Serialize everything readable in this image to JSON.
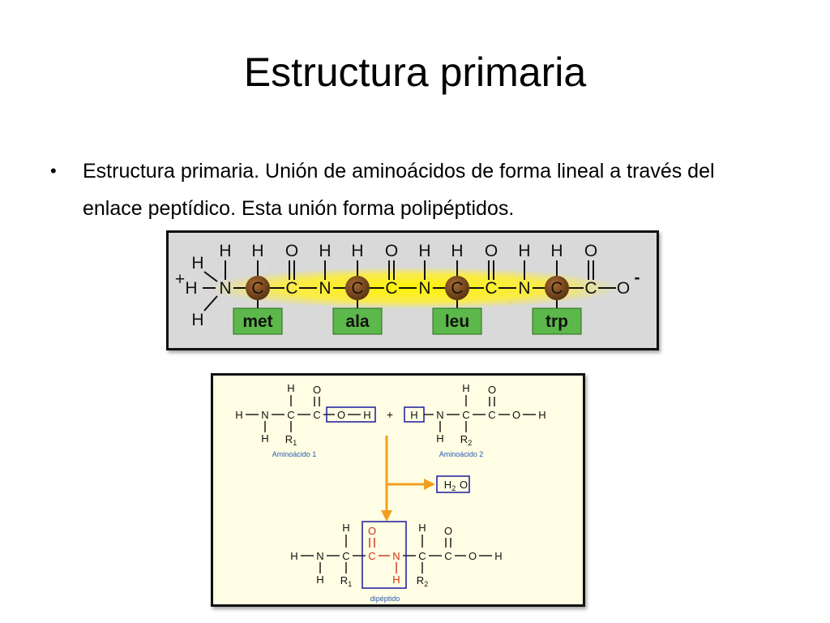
{
  "slide": {
    "title": "Estructura primaria",
    "bullet": "Estructura primaria. Unión de aminoácidos de forma lineal a través del enlace peptídico. Esta unión forma polipéptidos."
  },
  "chain": {
    "amino_acids": [
      "met",
      "ala",
      "leu",
      "trp"
    ],
    "n_terminus": {
      "top": "H",
      "plus": "+",
      "mid": "H",
      "bottom": "H"
    },
    "c_terminus": {
      "atom": "O",
      "charge": "-"
    },
    "atoms": {
      "n": "N",
      "c": "C",
      "h": "H",
      "o": "O"
    },
    "colors": {
      "highlight": "#ffee00",
      "alpha_carbon": "#7a4a1e",
      "label_box": "#5cb84a"
    }
  },
  "reaction": {
    "amino_acid_1": "Aminoácido 1",
    "amino_acid_2": "Aminoácido 2",
    "plus": "+",
    "water": "H2O",
    "product": "dipéptido",
    "r1": "R1",
    "r2": "R2",
    "colors": {
      "box": "#1a1aa0",
      "arrow": "#f0a020",
      "bond_red": "#d03010",
      "label_blue": "#2a5ab0"
    }
  }
}
